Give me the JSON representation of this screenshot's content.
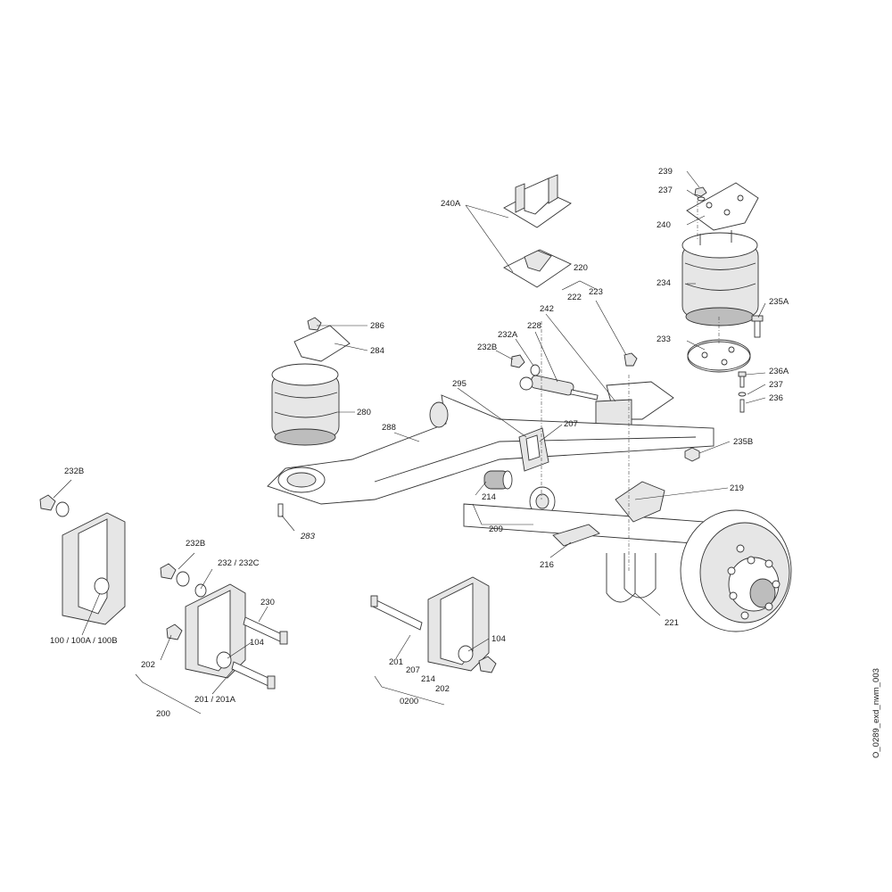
{
  "drawing_id": "O_0289_exd_nwm_003",
  "callouts": {
    "c239": "239",
    "c237a": "237",
    "c240": "240",
    "c234": "234",
    "c235A": "235A",
    "c233": "233",
    "c236A": "236A",
    "c237b": "237",
    "c236": "236",
    "c235B": "235B",
    "c240A": "240A",
    "c220": "220",
    "c222": "222",
    "c223": "223",
    "c242": "242",
    "c232A": "232A",
    "c228": "228",
    "c232B_mid": "232B",
    "c295": "295",
    "c207_mid": "207",
    "c286": "286",
    "c284": "284",
    "c280": "280",
    "c288": "288",
    "c214_mid": "214",
    "c209": "209",
    "c283": "283",
    "c219": "219",
    "c216": "216",
    "c221": "221",
    "c232B_left": "232B",
    "c100": "100 / 100A / 100B",
    "c232B_b": "232B",
    "c232_232C": "232 / 232C",
    "c230": "230",
    "c104_a": "104",
    "c202_a": "202",
    "c201_201A": "201 / 201A",
    "c200": "200",
    "c104_b": "104",
    "c201": "201",
    "c207_b": "207",
    "c214_b": "214",
    "c202_b": "202",
    "c0200": "0200"
  }
}
